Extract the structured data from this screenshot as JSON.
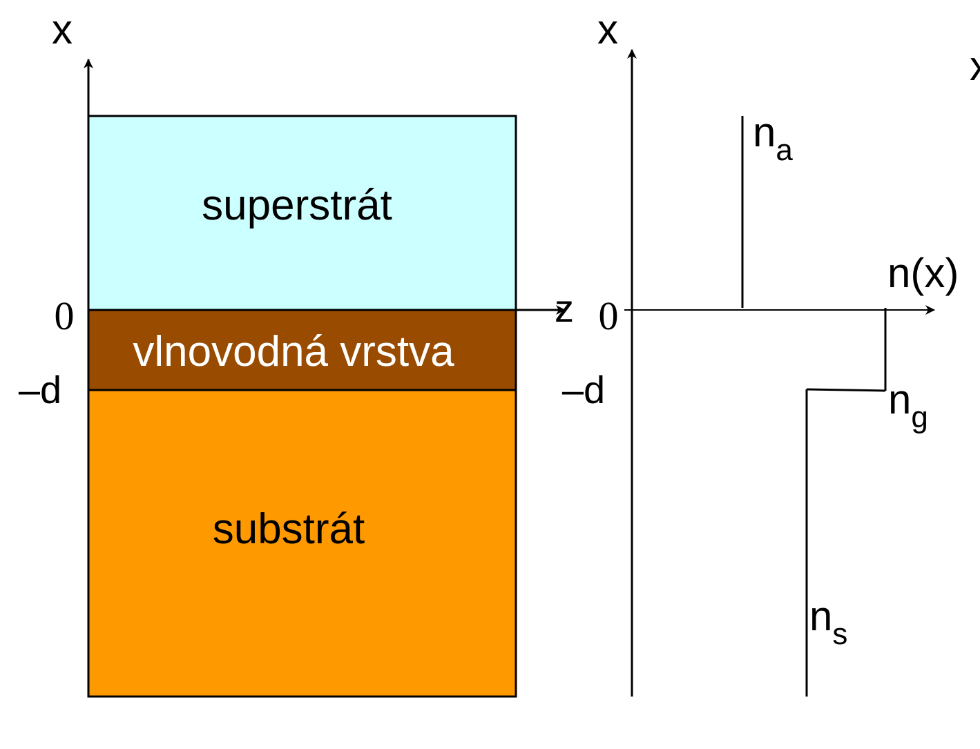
{
  "colors": {
    "superstrate": "#CCFFFF",
    "waveguide_layer": "#994C00",
    "substrate": "#FF9900",
    "line": "#000000",
    "layer_label_light": "#FFFFFF",
    "label": "#000000"
  },
  "left_panel": {
    "axis_x_label": "x",
    "axis_z_label": "z",
    "zero_label": "0",
    "minus_d_label": "–d",
    "layers": {
      "superstrate_label": "superstrát",
      "waveguide_label": "vlnovodná vrstva",
      "substrate_label": "substrát"
    }
  },
  "right_panel": {
    "axis_x_label": "x",
    "axis_n_label": "n(x)",
    "zero_label": "0",
    "minus_d_label": "–d",
    "n_a": {
      "base": "n",
      "sub": "a"
    },
    "n_g": {
      "base": "n",
      "sub": "g"
    },
    "n_s": {
      "base": "n",
      "sub": "s"
    },
    "cropped_label": "x"
  }
}
